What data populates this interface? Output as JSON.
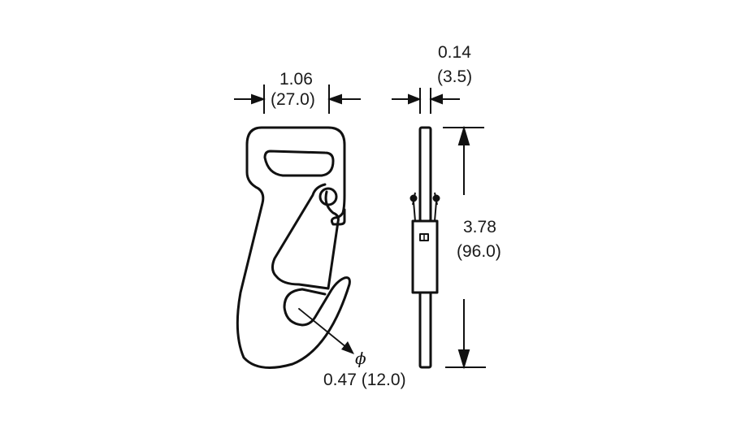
{
  "diagram": {
    "subject": "snap hook technical drawing",
    "units": "inches (millimeters)",
    "stroke_color": "#111111",
    "background": "#ffffff"
  },
  "dimensions": {
    "width": {
      "inches": "1.06",
      "mm": "(27.0)"
    },
    "thickness": {
      "inches": "0.14",
      "mm": "(3.5)"
    },
    "length": {
      "inches": "3.78",
      "mm": "(96.0)"
    },
    "opening": {
      "symbol": "ϕ",
      "label": "0.47 (12.0)"
    }
  }
}
